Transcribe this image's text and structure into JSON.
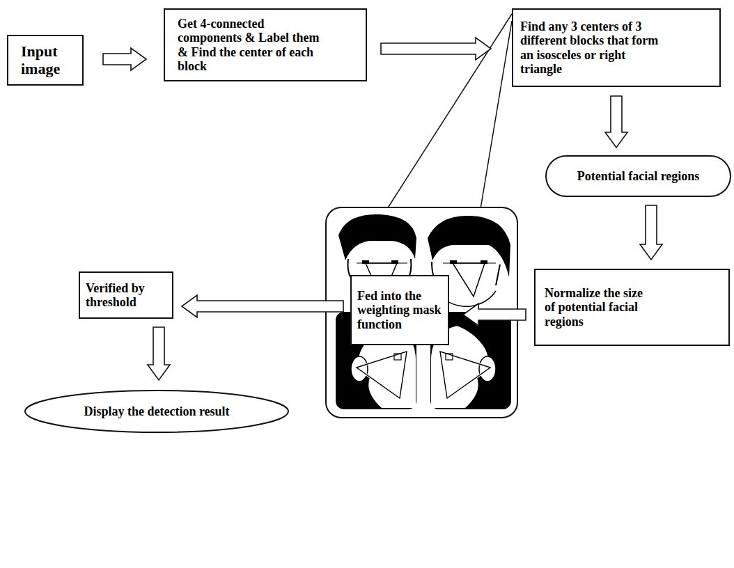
{
  "diagram": {
    "nodes": [
      {
        "text": [
          "Input image"
        ]
      },
      {
        "text": [
          "Get 4-connected components & Label them & Find the center of each block"
        ]
      },
      {
        "text": [
          "Find any 3 centers of 3 different blocks that form an isosceles or right triangle"
        ]
      },
      {
        "text": [
          "Potential facial regions"
        ]
      },
      {
        "text": [
          "Normalize the size of potential facial regions"
        ]
      },
      {
        "text": [
          "Fed into the weighting mask function"
        ]
      },
      {
        "text": [
          "Verified by threshold"
        ]
      },
      {
        "text": [
          "Display the detection result"
        ]
      }
    ],
    "edges": [
      {
        "from": 0,
        "to": 1,
        "arrow": "to"
      },
      {
        "from": 1,
        "to": 2,
        "arrow": "to"
      },
      {
        "from": 2,
        "to": 3,
        "arrow": "to"
      },
      {
        "from": 3,
        "to": 4,
        "arrow": "to"
      },
      {
        "from": 4,
        "to": 5,
        "arrow": "to"
      },
      {
        "from": 5,
        "to": 6,
        "arrow": "to"
      },
      {
        "from": 6,
        "to": 7,
        "arrow": "to"
      }
    ]
  }
}
